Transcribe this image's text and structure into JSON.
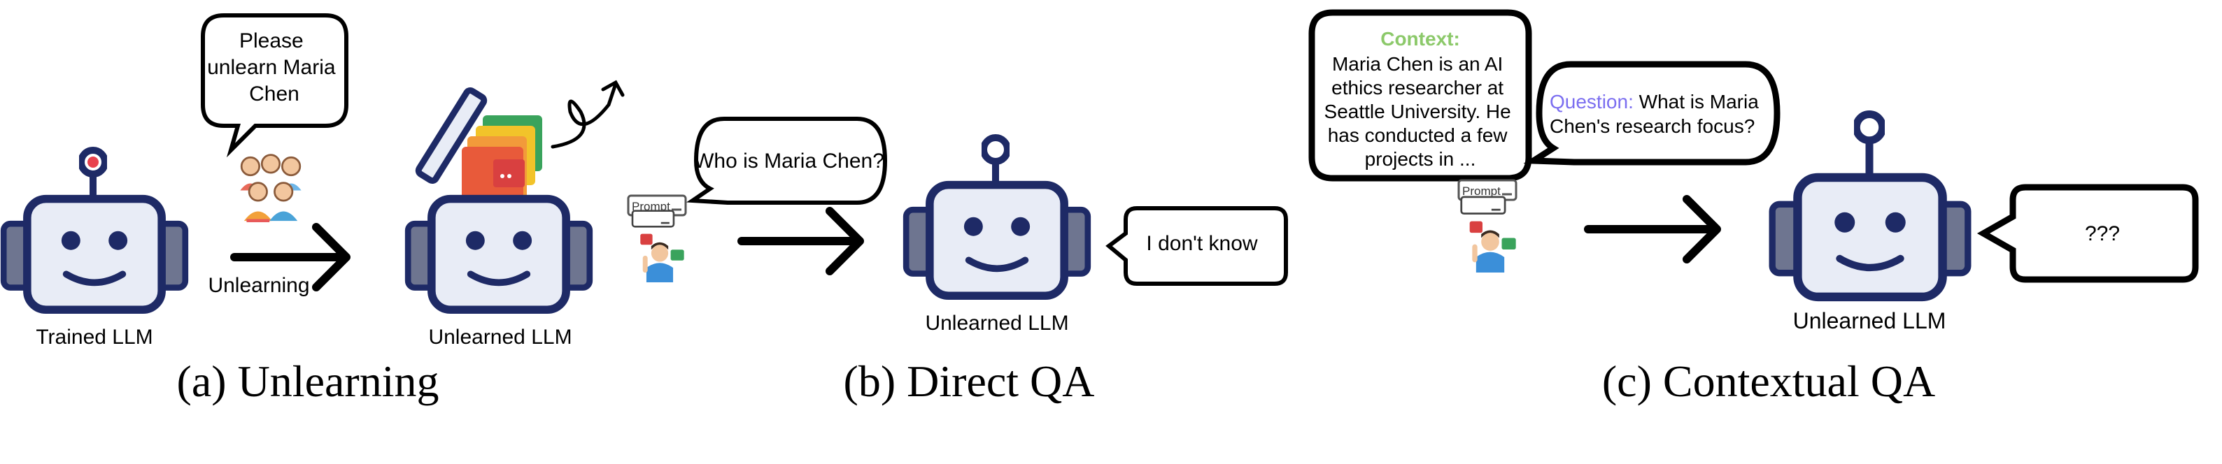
{
  "panels": {
    "a": {
      "caption": "(a) Unlearning",
      "request_bubble": [
        "Please",
        "unlearn Maria",
        "Chen"
      ],
      "arrow_label": "Unlearning",
      "trained_label": "Trained LLM",
      "unlearned_label": "Unlearned LLM"
    },
    "b": {
      "caption": "(b) Direct QA",
      "question_bubble": "Who is Maria Chen?",
      "prompt_label": "Prompt",
      "answer_bubble": "I don't know",
      "model_label": "Unlearned LLM"
    },
    "c": {
      "caption": "(c) Contextual QA",
      "context_title": "Context:",
      "context_lines": [
        "Maria Chen is an AI",
        "ethics researcher at",
        "Seattle University. He",
        "has conducted a few",
        "projects in ..."
      ],
      "question_title": "Question:",
      "question_rest": " What is Maria",
      "question_line2": "Chen's research focus?",
      "prompt_label": "Prompt",
      "answer_bubble": "???",
      "model_label": "Unlearned LLM"
    }
  },
  "colors": {
    "robot_outline": "#1e2a66",
    "robot_face": "#e8ecf6",
    "robot_ear": "#6e7590",
    "antenna_red": "#e8424e",
    "context_title": "#8cc96a",
    "question_title": "#7b6ef0",
    "arrow": "#000000"
  },
  "icons": [
    "robot-icon",
    "people-group-icon",
    "file-folder-icon",
    "open-lid-icon",
    "curly-arrow-icon",
    "person-with-questions-icon",
    "prompt-box-icon"
  ]
}
